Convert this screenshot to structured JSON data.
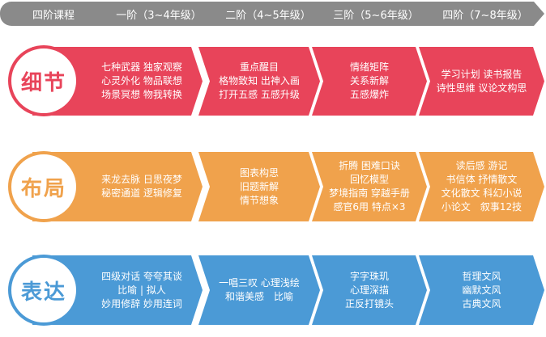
{
  "header": {
    "stages": [
      "四阶课程",
      "一阶（3~4年级）",
      "二阶（4~5年级）",
      "三阶（5~6年级）",
      "四阶（7~8年级）"
    ]
  },
  "rows": [
    {
      "title": "细节",
      "color": "#e8445a",
      "cells": [
        [
          "七种武器 独家观察",
          "心灵外化 物品联想",
          "场景冥想 物我转换"
        ],
        [
          "重点醒目",
          "格物致知 出神入画",
          "打开五感 五感升级"
        ],
        [
          "情绪矩阵",
          "关系新解",
          "五感爆炸"
        ],
        [
          "学习计划 读书报告",
          "诗性思维 议论文构思"
        ]
      ]
    },
    {
      "title": "布局",
      "color": "#f0a24c",
      "cells": [
        [
          "来龙去脉 日思夜梦",
          "秘密通道 逻辑修复"
        ],
        [
          "图表构思",
          "旧题新解",
          "情节想象"
        ],
        [
          "折腾 困难口诀",
          "回忆模型",
          "梦境指南 穿越手册",
          "感官6用 特点×3"
        ],
        [
          "读后感 游记",
          "书信体 抒情散文",
          "文化散文 科幻小说",
          "小论文　叙事12技"
        ]
      ]
    },
    {
      "title": "表达",
      "color": "#4b9ad6",
      "cells": [
        [
          "四级对话 夸夸其谈",
          "比喻 | 拟人",
          "妙用修辞 妙用连词"
        ],
        [
          "一唱三叹 心理浅绘",
          "和谐美感　比喻"
        ],
        [
          "字字珠玑",
          "心理深描",
          "正反打镜头"
        ],
        [
          "哲理文风",
          "幽默文风",
          "古典文风"
        ]
      ]
    }
  ]
}
